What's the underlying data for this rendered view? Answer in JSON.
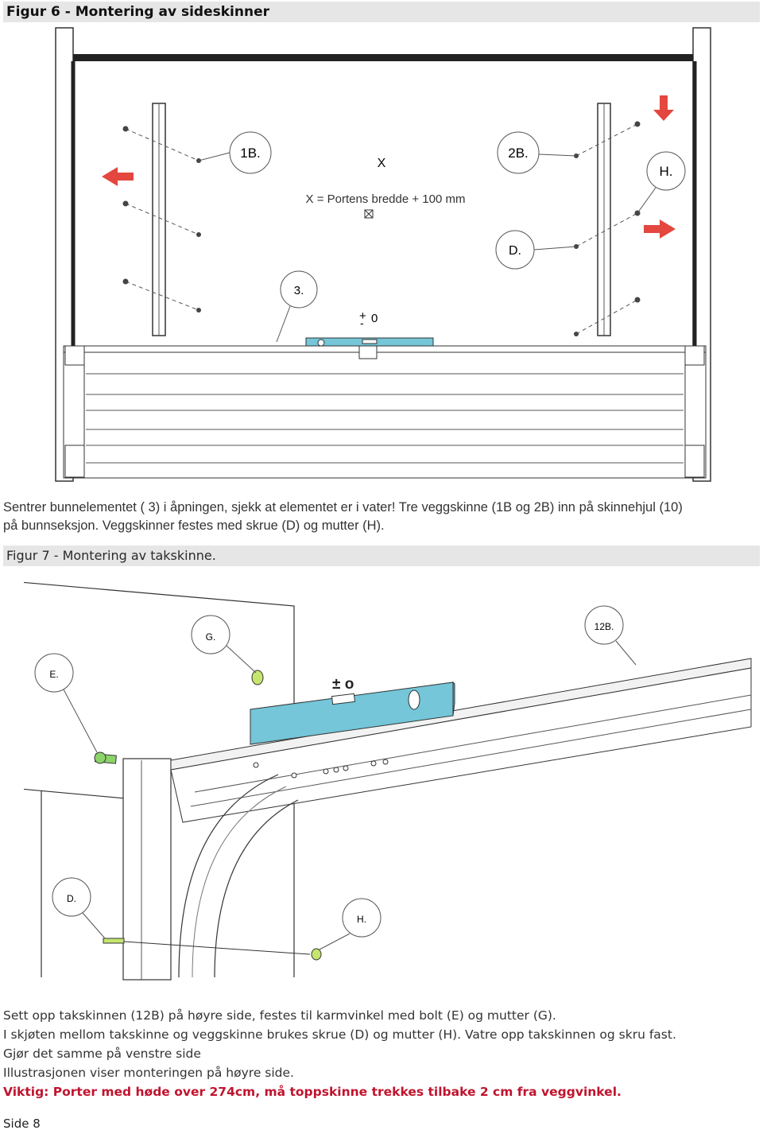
{
  "figure6": {
    "title": "Figur 6 - Montering av sideskinner",
    "labels": {
      "l1b": "1B.",
      "l2b": "2B.",
      "lx": "X",
      "lh": "H.",
      "formula": "X = Portens bredde + 100 mm",
      "ld": "D.",
      "l3": "3.",
      "level_plus": "+",
      "level_minus": "-",
      "level_zero": "0"
    },
    "caption_line1": "Sentrer bunnelementet ( 3) i åpningen, sjekk at elementet er i vater!  Tre veggskinne (1B og 2B) inn på skinnehjul (10)",
    "caption_line2": "på bunnseksjon. Veggskinner festes med skrue (D) og mutter (H)."
  },
  "figure7": {
    "title": "Figur 7 - Montering av takskinne.",
    "labels": {
      "lg": "G.",
      "l12b": "12B.",
      "le": "E.",
      "level": "± o",
      "ld": "D.",
      "lh": "H."
    },
    "caption_lines": [
      "Sett opp takskinnen (12B) på høyre side, festes til karmvinkel med bolt (E) og mutter (G).",
      "I skjøten mellom takskinne og veggskinne brukes skrue (D) og mutter (H). Vatre opp takskinnen og skru fast.",
      "Gjør det samme på venstre side",
      "Illustrasjonen viser monteringen på høyre side."
    ],
    "warning": "Viktig: Porter med høde over 274cm, må toppskinne trekkes tilbake 2 cm fra veggvinkel."
  },
  "footer": {
    "page": "Side 8"
  },
  "colors": {
    "arrow_red": "#e3473f",
    "level_blue": "#74c6d8",
    "warning_red": "#c0142e",
    "title_bg": "#e6e6e6"
  }
}
